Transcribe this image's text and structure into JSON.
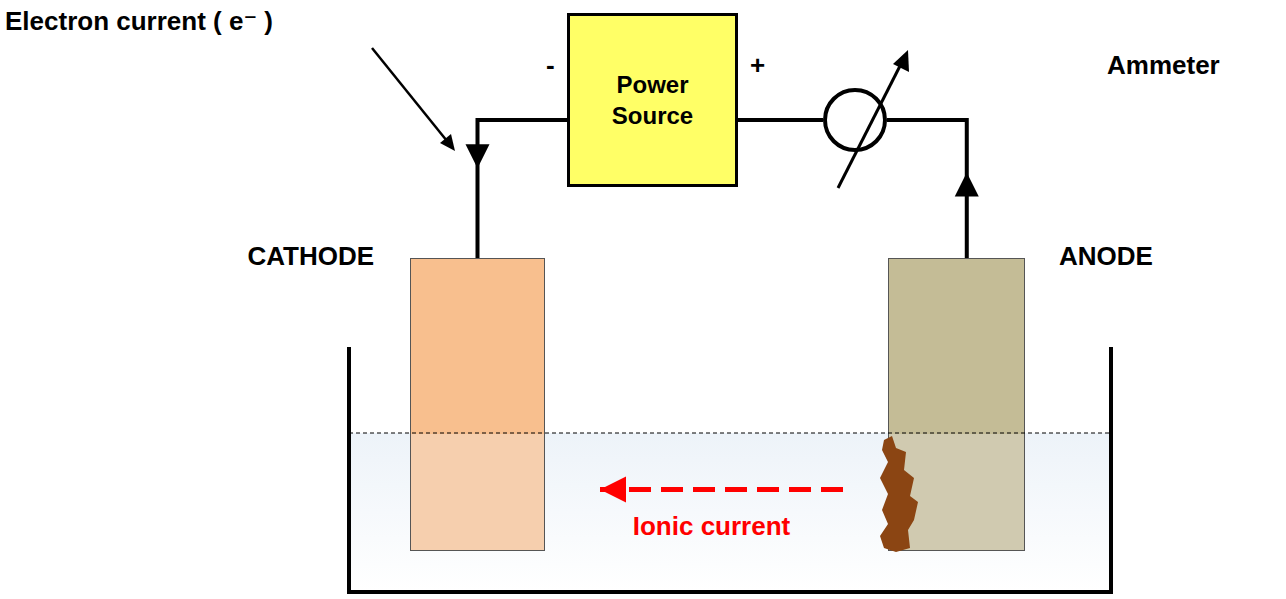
{
  "diagram": {
    "nodes": [
      {
        "text": [
          "Power Source"
        ]
      },
      {
        "text": [
          "Ammeter"
        ]
      },
      {
        "text": [
          "CATHODE"
        ]
      },
      {
        "text": [
          "ANODE"
        ]
      }
    ],
    "edges": [
      {
        "from": 0,
        "to": 2,
        "arrow": "to"
      },
      {
        "from": 0,
        "to": 1,
        "arrow": "none"
      },
      {
        "from": 3,
        "to": 1,
        "arrow": "to"
      },
      {
        "from": 3,
        "to": 2,
        "arrow": "to",
        "label": "Ionic current"
      }
    ],
    "labels": [
      "Electron current ( e⁻ )",
      "-",
      "+"
    ]
  }
}
